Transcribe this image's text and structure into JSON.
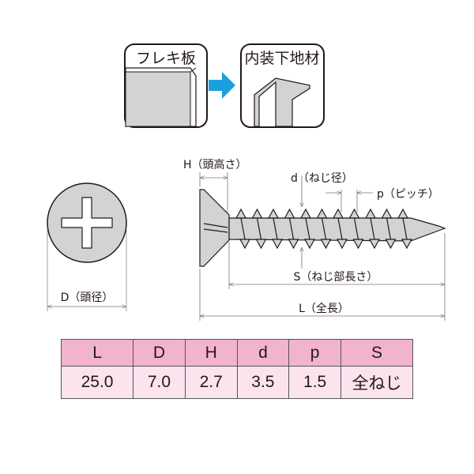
{
  "panels": {
    "before_label": "フレキ板",
    "after_label": "内装下地材",
    "arrow_color": "#1aa0e0"
  },
  "dimensions": {
    "H": "H（頭高さ）",
    "d": "d（ねじ径）",
    "p": "p（ピッチ）",
    "S": "S（ねじ部長さ）",
    "L": "L（全長）",
    "D": "D（頭径）"
  },
  "table": {
    "headers": [
      "L",
      "D",
      "H",
      "d",
      "p",
      "S"
    ],
    "values": [
      "25.0",
      "7.0",
      "2.7",
      "3.5",
      "1.5",
      "全ねじ"
    ],
    "header_color": "#f2b3cc",
    "body_color": "#fbe4ee"
  }
}
